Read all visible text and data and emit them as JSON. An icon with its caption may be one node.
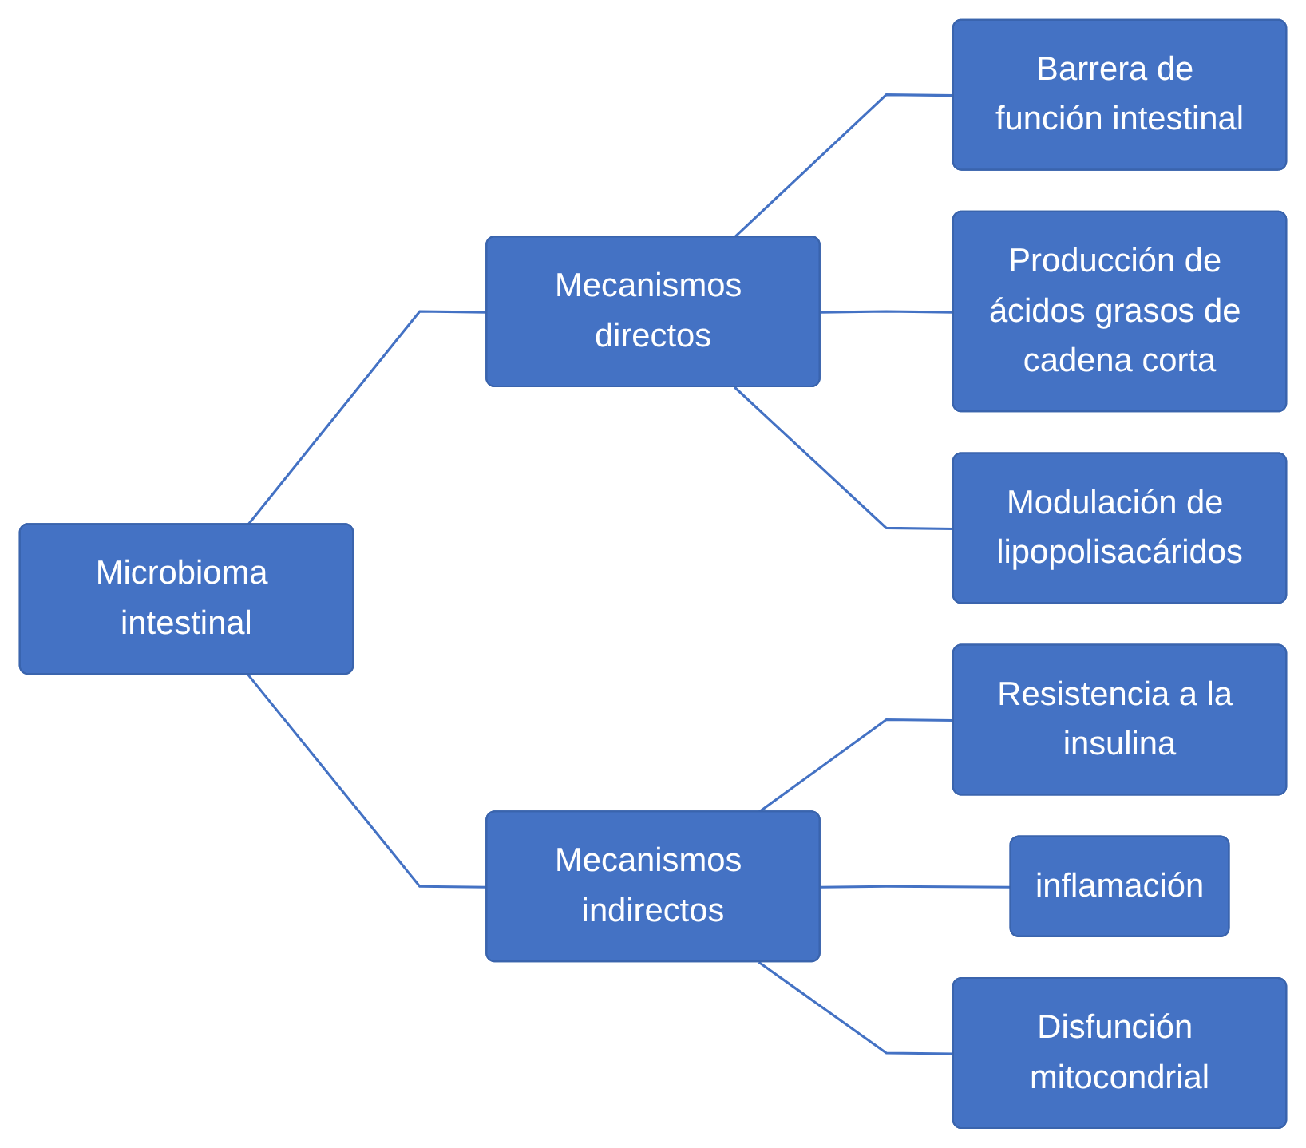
{
  "diagram": {
    "nodes": [
      {
        "text": [
          "Microbioma intestinal"
        ]
      },
      {
        "text": [
          "Mecanismos directos"
        ]
      },
      {
        "text": [
          "Barrera de función intestinal"
        ]
      },
      {
        "text": [
          "Producción de ácidos grasos de cadena corta"
        ]
      },
      {
        "text": [
          "Modulación de lipopolisacáridos"
        ]
      },
      {
        "text": [
          "Mecanismos indirectos"
        ]
      },
      {
        "text": [
          "Resistencia a la insulina"
        ]
      },
      {
        "text": [
          "inflamación"
        ]
      },
      {
        "text": [
          "Disfunción mitocondrial"
        ]
      }
    ],
    "edges": [
      {
        "from": 0,
        "to": 1,
        "arrow": "none"
      },
      {
        "from": 0,
        "to": 5,
        "arrow": "none"
      },
      {
        "from": 1,
        "to": 2,
        "arrow": "none"
      },
      {
        "from": 1,
        "to": 3,
        "arrow": "none"
      },
      {
        "from": 1,
        "to": 4,
        "arrow": "none"
      },
      {
        "from": 5,
        "to": 6,
        "arrow": "none"
      },
      {
        "from": 5,
        "to": 7,
        "arrow": "none"
      },
      {
        "from": 5,
        "to": 8,
        "arrow": "none"
      }
    ]
  }
}
